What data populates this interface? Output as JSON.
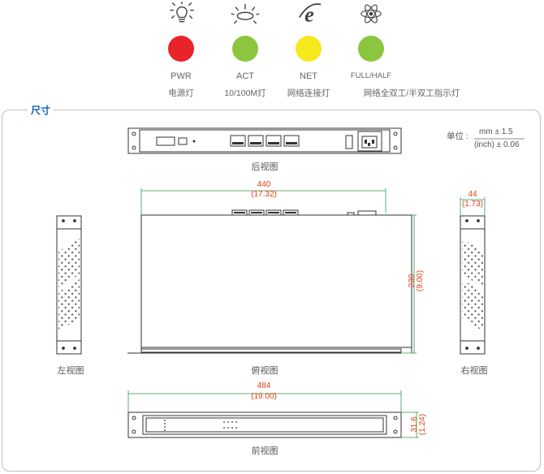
{
  "leds": [
    {
      "icon": "lightbulb-icon",
      "color": "#e8242a",
      "name": "PWR",
      "desc": "电源灯"
    },
    {
      "icon": "activity-light-icon",
      "color": "#8cc63f",
      "name": "ACT",
      "desc": "10/100M灯"
    },
    {
      "icon": "network-e-icon",
      "color": "#f7e81e",
      "name": "NET",
      "desc": "网络连接灯"
    },
    {
      "icon": "atom-icon",
      "color": "#8cc63f",
      "name": "FULL/HALF",
      "desc": "网络全双工/半双工指示灯"
    }
  ],
  "section_title": "尺寸",
  "units": {
    "label": "单位 :",
    "mm": "mm ± 1.5",
    "inch": "(inch) ± 0.06"
  },
  "views": {
    "rear": "后视图",
    "left": "左视图",
    "top": "俯视图",
    "right": "右视图",
    "front": "前视图"
  },
  "dims": {
    "top_width_mm": "440",
    "top_width_in": "(17.32)",
    "top_depth_mm": "230",
    "top_depth_in": "(9.00)",
    "side_width_mm": "44",
    "side_width_in": "(1.73)",
    "front_width_mm": "484",
    "front_width_in": "(19.00)",
    "front_height_mm": "31.6",
    "front_height_in": "(1.24)"
  },
  "colors": {
    "accent": "#1a62b0",
    "dimension": "#e0431b",
    "line": "#333333"
  }
}
